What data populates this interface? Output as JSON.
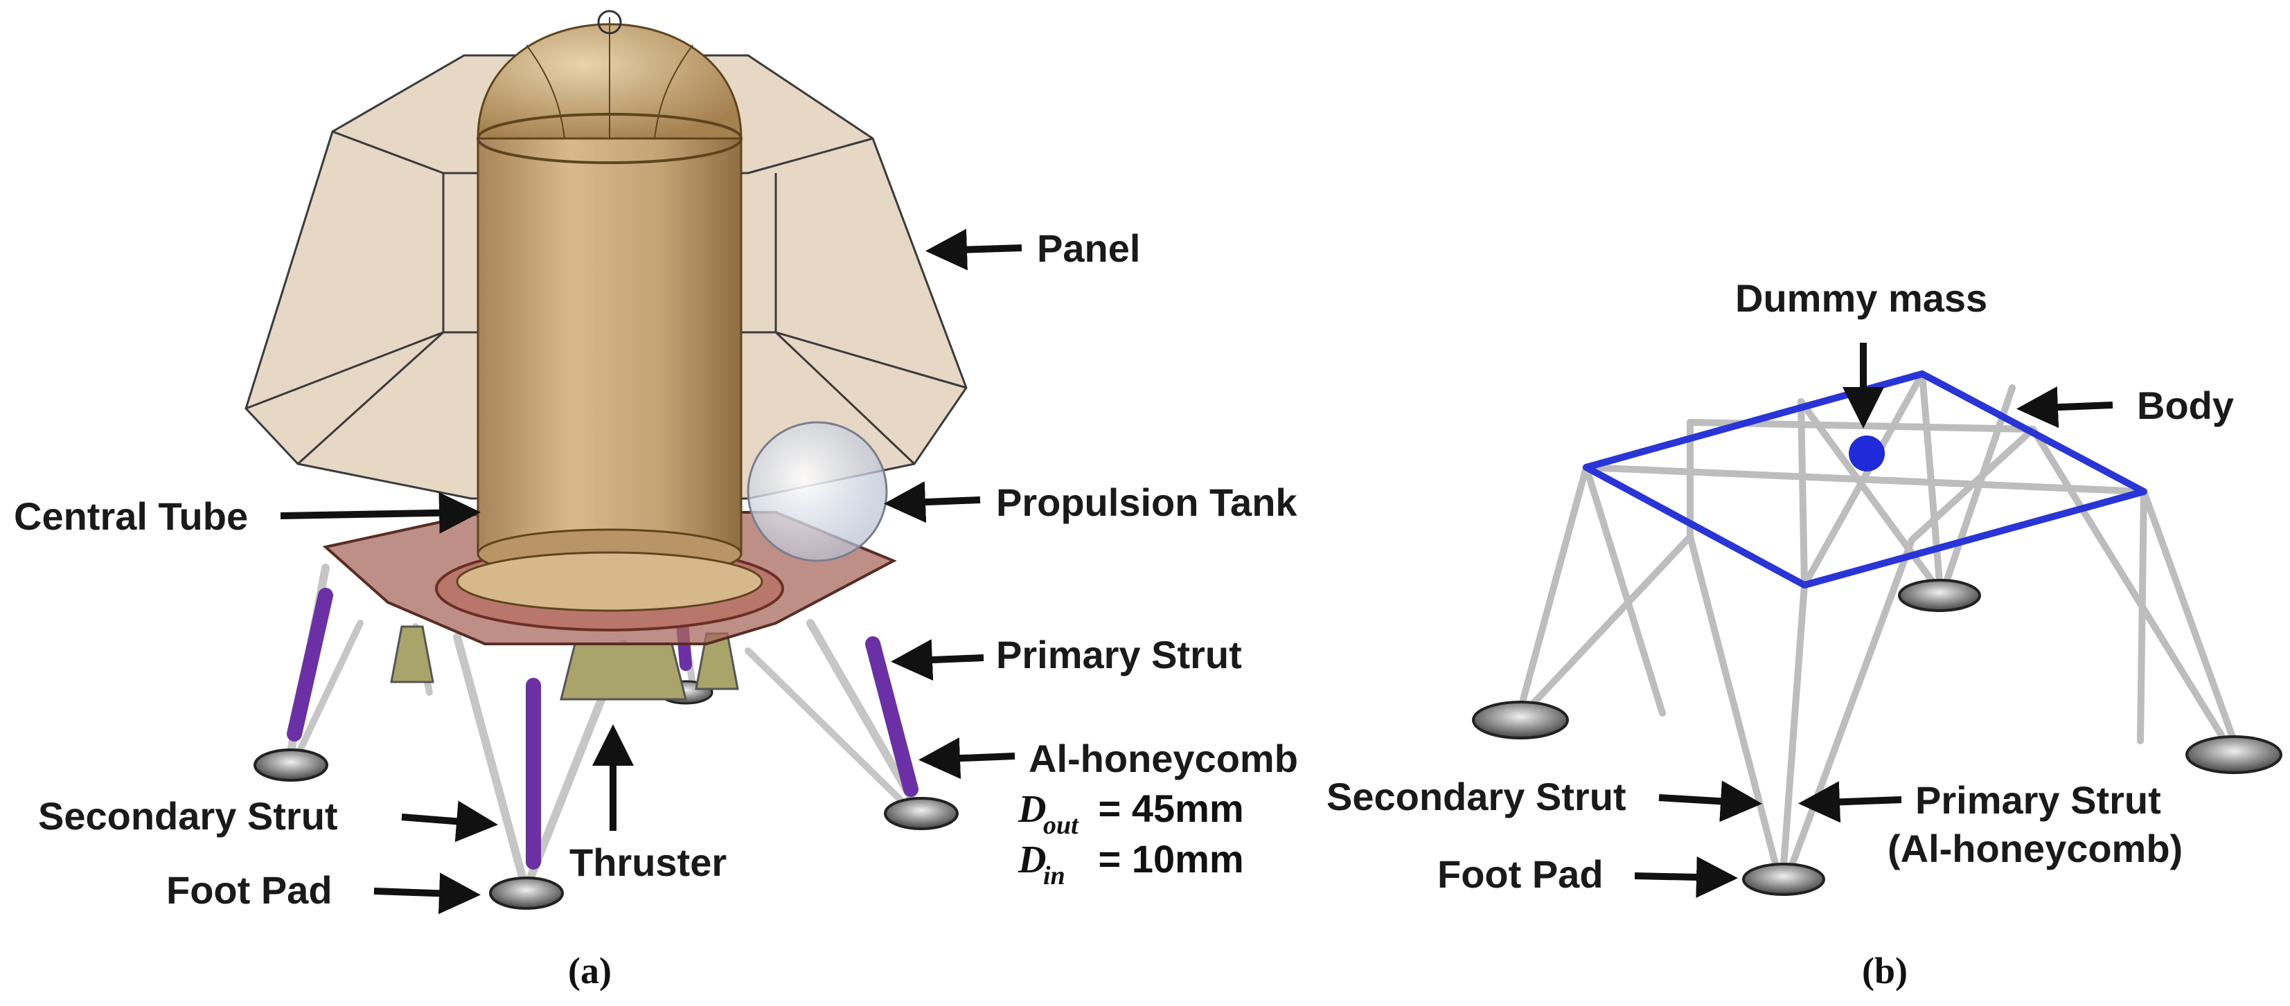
{
  "colors": {
    "tube": "#c9a878",
    "tube_dark": "#9c7a4d",
    "panel": "#dcc8ad",
    "panel_edge": "#3b3b3b",
    "plate": "#a86a5e",
    "leg_primary": "#6b2fa6",
    "leg_secondary": "#c6c6c6",
    "frame_blue": "#2a35d8",
    "dummy_mass": "#1f2bdb",
    "arrow": "#111111"
  },
  "panel_a": {
    "labels": {
      "panel": "Panel",
      "central_tube": "Central Tube",
      "propulsion_tank": "Propulsion Tank",
      "primary_strut": "Primary Strut",
      "al_honeycomb": "Al-honeycomb",
      "secondary_strut": "Secondary Strut",
      "thruster": "Thruster",
      "foot_pad": "Foot Pad"
    },
    "dims": {
      "d_out_base": "D",
      "d_out_sub": "out",
      "d_out_value": " = 45mm",
      "d_in_base": "D",
      "d_in_sub": "in",
      "d_in_value": " = 10mm"
    },
    "caption": "(a)"
  },
  "panel_b": {
    "labels": {
      "dummy_mass": "Dummy mass",
      "body": "Body",
      "secondary_strut": "Secondary Strut",
      "primary_strut": "Primary Strut",
      "primary_strut_note": "(Al-honeycomb)",
      "foot_pad": "Foot Pad"
    },
    "caption": "(b)"
  }
}
